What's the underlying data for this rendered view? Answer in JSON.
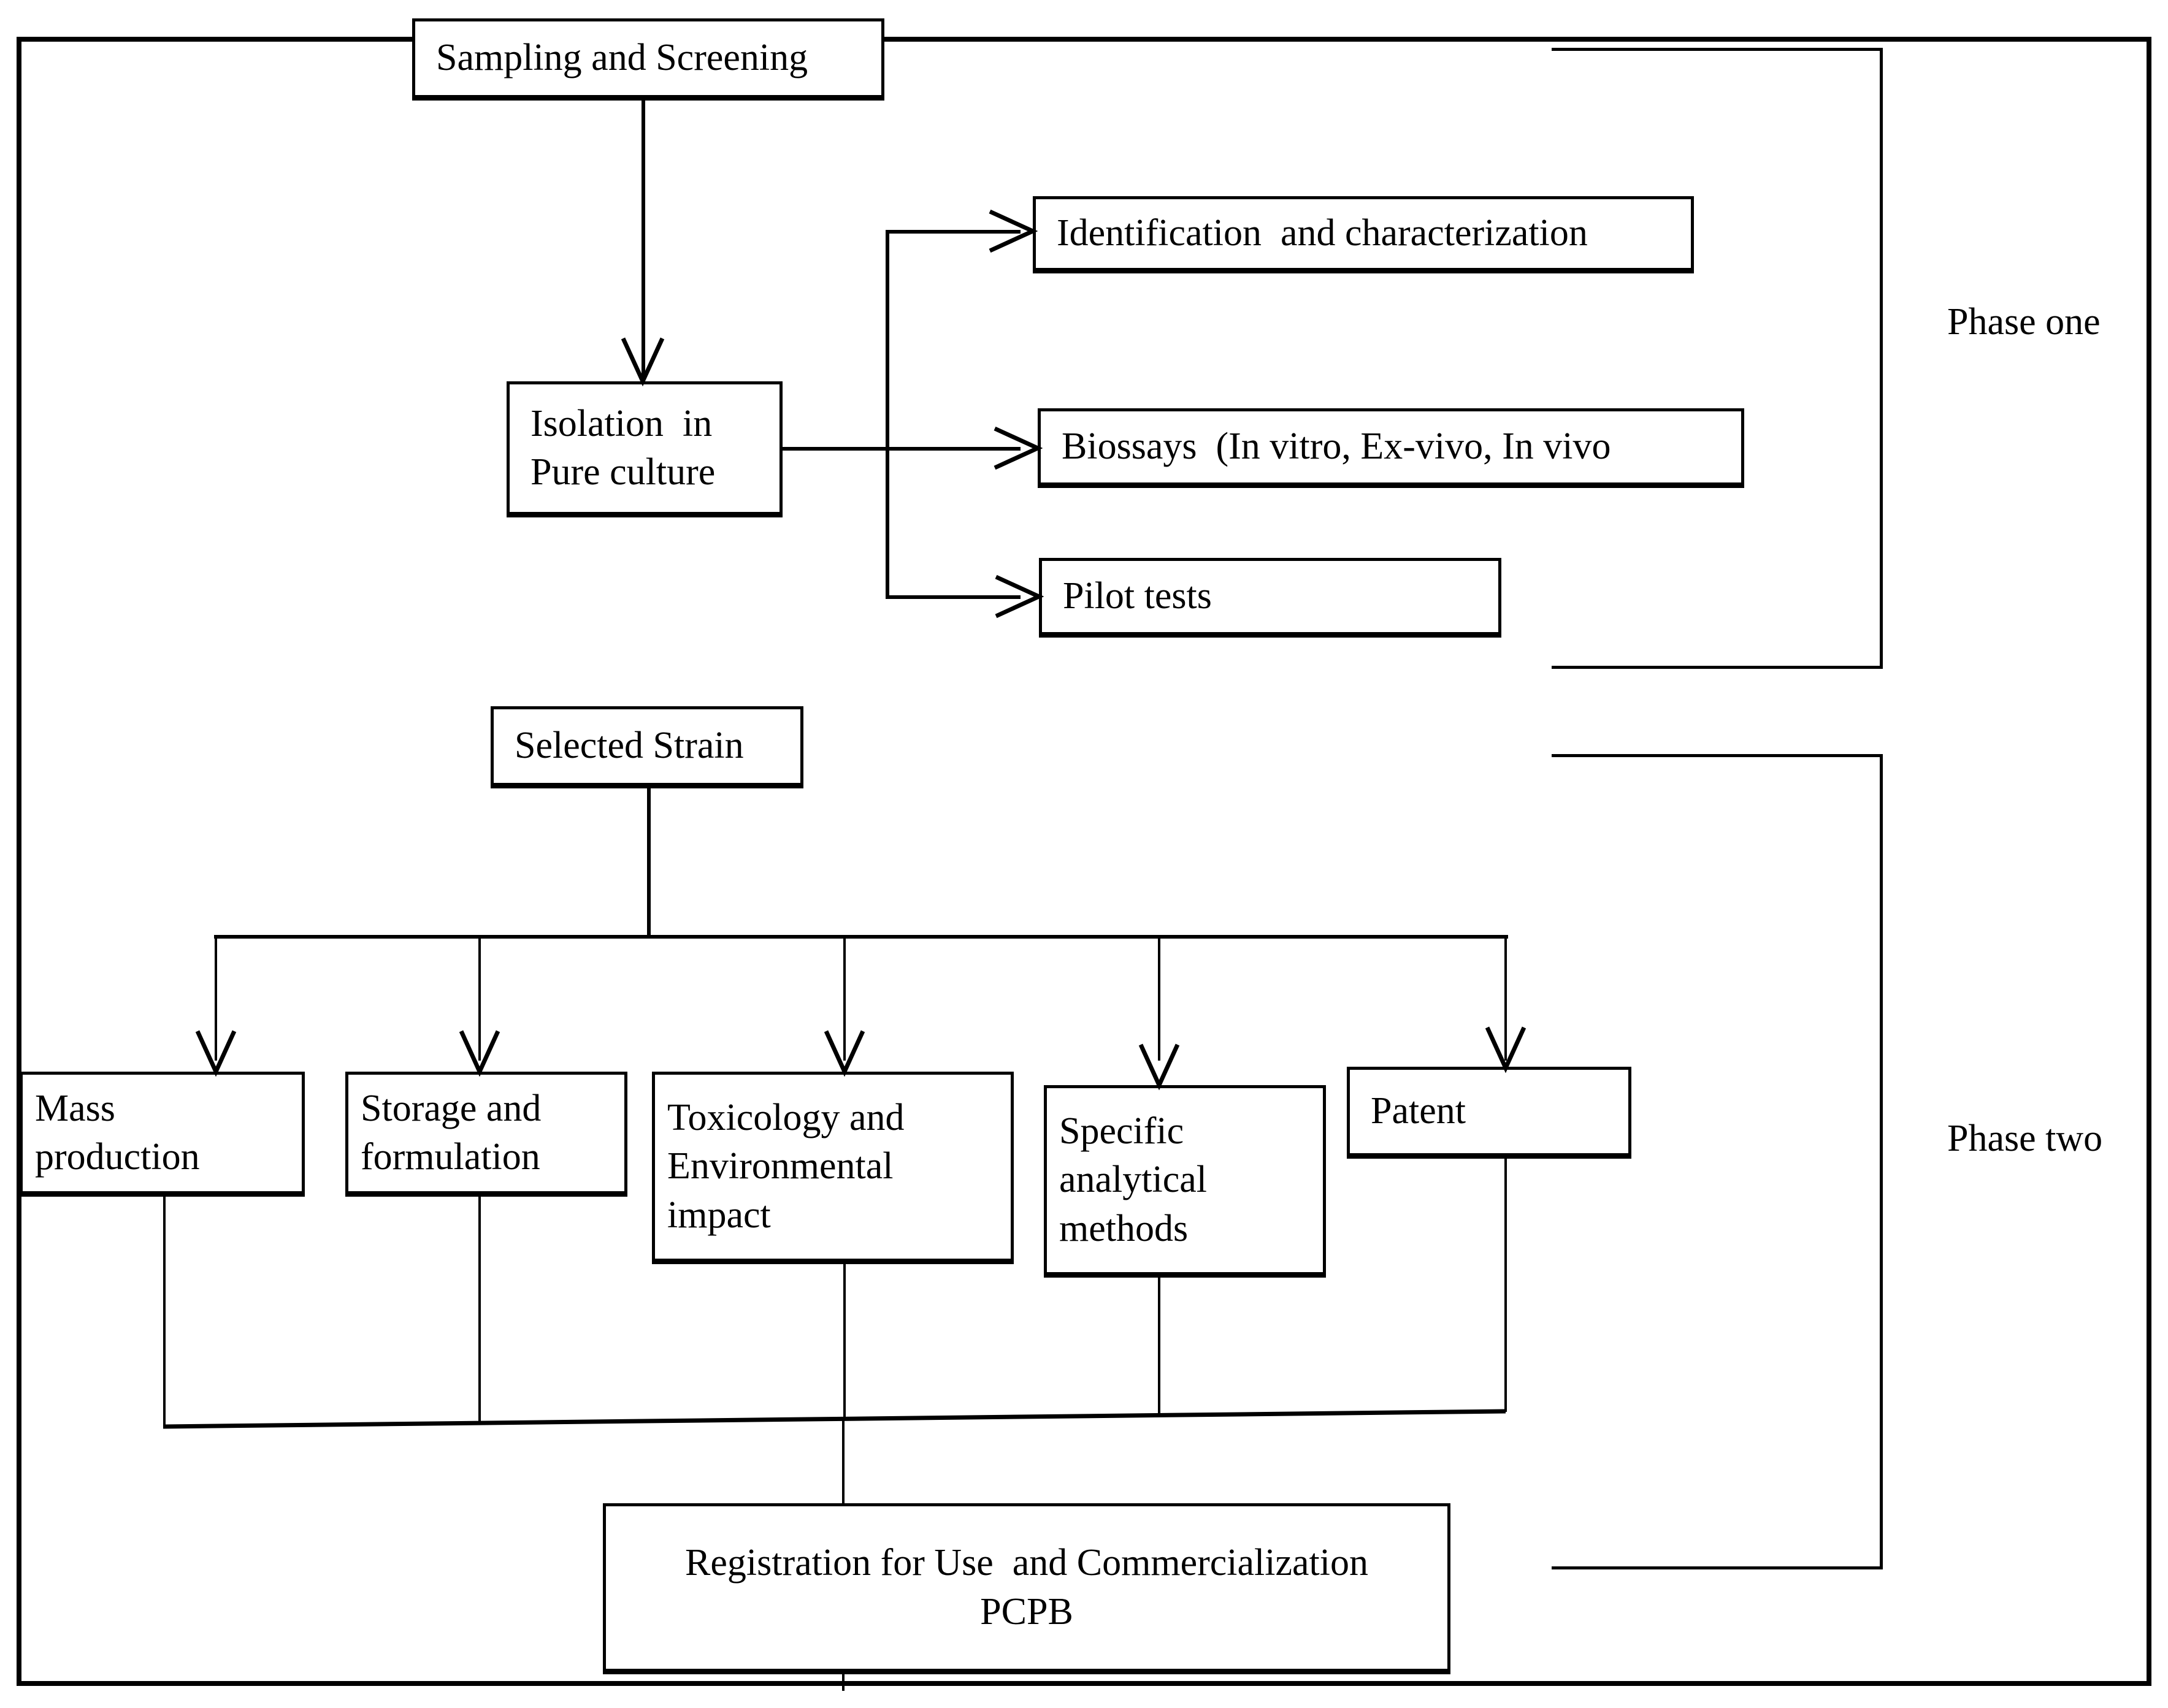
{
  "diagram": {
    "title_present": false,
    "nodes": {
      "sampling": {
        "lines": [
          "Sampling and Screening"
        ]
      },
      "isolation": {
        "lines": [
          "Isolation  in",
          "Pure culture"
        ]
      },
      "identification": {
        "lines": [
          "Identification  and characterization"
        ]
      },
      "biossays": {
        "lines": [
          "Biossays  (In vitro, Ex-vivo, In vivo"
        ]
      },
      "pilot": {
        "lines": [
          "Pilot tests"
        ]
      },
      "selected_strain": {
        "lines": [
          "Selected Strain"
        ]
      },
      "mass_production": {
        "lines": [
          "Mass",
          "production"
        ]
      },
      "storage": {
        "lines": [
          "Storage and",
          "formulation"
        ]
      },
      "toxicology": {
        "lines": [
          "Toxicology and",
          "Environmental",
          "impact"
        ]
      },
      "analytical": {
        "lines": [
          "Specific",
          "analytical",
          "methods"
        ]
      },
      "patent": {
        "lines": [
          "Patent"
        ]
      },
      "registration": {
        "lines": [
          "Registration for Use  and Commercialization",
          "PCPB"
        ]
      }
    },
    "phases": [
      {
        "label": "Phase one"
      },
      {
        "label": "Phase two"
      }
    ],
    "colors": {
      "stroke": "#000000",
      "background": "#ffffff",
      "text": "#000000"
    }
  }
}
